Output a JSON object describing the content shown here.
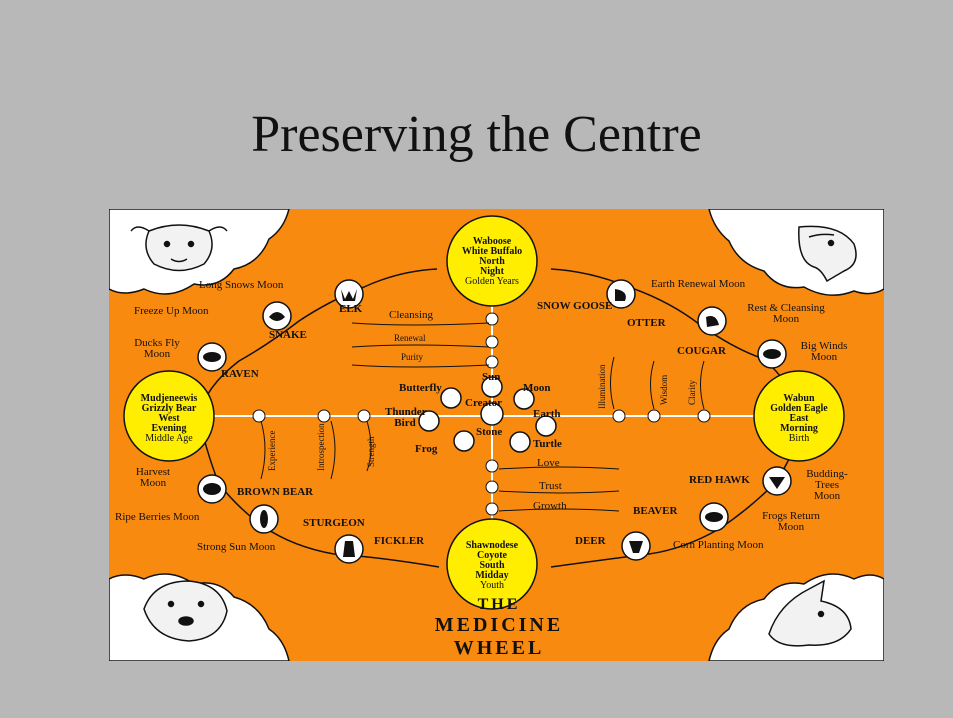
{
  "slide": {
    "title": "Preserving the Centre"
  },
  "wheel": {
    "title_lines": [
      "THE",
      "MEDICINE",
      "WHEEL"
    ],
    "directions": {
      "north": {
        "lines": [
          "Waboose",
          "White Buffalo",
          "North",
          "Night"
        ],
        "age": "Golden Years"
      },
      "west": {
        "lines": [
          "Mudjeneewis",
          "Grizzly Bear",
          "West",
          "Evening"
        ],
        "age": "Middle Age"
      },
      "east": {
        "lines": [
          "Wabun",
          "Golden Eagle",
          "East",
          "Morning"
        ],
        "age": "Birth"
      },
      "south": {
        "lines": [
          "Shawnodese",
          "Coyote",
          "South",
          "Midday"
        ],
        "age": "Youth"
      }
    },
    "totems": {
      "elk": "ELK",
      "snake": "SNAKE",
      "raven": "RAVEN",
      "brown_bear": "BROWN BEAR",
      "sturgeon": "STURGEON",
      "fickler": "FICKLER",
      "snow_goose": "SNOW GOOSE",
      "otter": "OTTER",
      "cougar": "COUGAR",
      "red_hawk": "RED HAWK",
      "beaver": "BEAVER",
      "deer": "DEER"
    },
    "moons": {
      "long_snows": "Long Snows Moon",
      "freeze_up": "Freeze Up Moon",
      "ducks_fly": [
        "Ducks Fly",
        "Moon"
      ],
      "harvest": [
        "Harvest",
        "Moon"
      ],
      "ripe_berries": "Ripe Berries Moon",
      "strong_sun": "Strong Sun Moon",
      "earth_renewal": "Earth Renewal Moon",
      "rest_cleansing": [
        "Rest & Cleansing",
        "Moon"
      ],
      "big_winds": [
        "Big Winds",
        "Moon"
      ],
      "budding_trees": [
        "Budding-",
        "Trees",
        "Moon"
      ],
      "frogs_return": [
        "Frogs Return",
        "Moon"
      ],
      "corn_planting": "Corn Planting Moon"
    },
    "north_path": [
      "Cleansing",
      "Renewal",
      "Purity"
    ],
    "south_path": [
      "Love",
      "Trust",
      "Growth"
    ],
    "west_path": [
      "Experience",
      "Introspection",
      "Strength"
    ],
    "east_path": [
      "Illumination",
      "Wisdom",
      "Clarity"
    ],
    "center": {
      "sun": "Sun",
      "moon": "Moon",
      "butterfly": "Butterfly",
      "creator": "Creator",
      "thunder_bird": [
        "Thunder",
        "Bird"
      ],
      "earth": "Earth",
      "stone": "Stone",
      "frog": "Frog",
      "turtle": "Turtle"
    },
    "colors": {
      "background": "#f98a10",
      "circle": "#ffee00",
      "outline": "#111111",
      "slide": "#b8b8b8"
    }
  }
}
